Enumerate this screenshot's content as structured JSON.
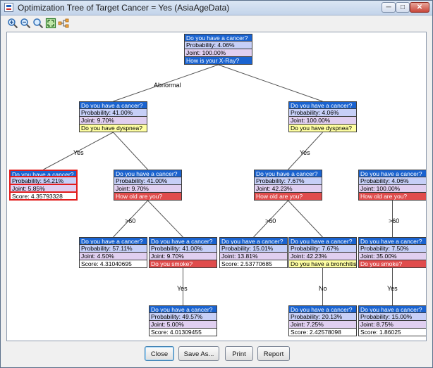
{
  "window": {
    "title": "Optimization Tree of Target Cancer = Yes (AsiaAgeData)"
  },
  "toolbar": {
    "icons": [
      "zoom-in-icon",
      "zoom-out-icon",
      "zoom-reset-icon",
      "fit-window-icon",
      "tree-layout-icon"
    ]
  },
  "edges": [
    {
      "label": "Abnormal"
    },
    {
      "label": "Yes"
    },
    {
      "label": "Yes"
    },
    {
      "label": ">60"
    },
    {
      "label": ">60"
    },
    {
      "label": ">60"
    },
    {
      "label": "Yes"
    },
    {
      "label": "No"
    },
    {
      "label": "Yes"
    }
  ],
  "nodes": [
    {
      "rows": [
        {
          "text": "Do you have a cancer?",
          "style": "q"
        },
        {
          "text": "Probability: 4.06%",
          "style": "p"
        },
        {
          "text": "Joint: 100.00%",
          "style": "j"
        },
        {
          "text": "How is your X-Ray?",
          "style": "q"
        }
      ]
    },
    {
      "rows": [
        {
          "text": "Do you have a cancer?",
          "style": "q"
        },
        {
          "text": "Probability: 41.00%",
          "style": "p"
        },
        {
          "text": "Joint: 9.70%",
          "style": "j"
        },
        {
          "text": "Do you have dyspnea?",
          "style": "yl"
        }
      ]
    },
    {
      "rows": [
        {
          "text": "Do you have a cancer?",
          "style": "q"
        },
        {
          "text": "Probability: 4.06%",
          "style": "p"
        },
        {
          "text": "Joint: 100.00%",
          "style": "j"
        },
        {
          "text": "Do you have dyspnea?",
          "style": "yl"
        }
      ]
    },
    {
      "rows": [
        {
          "text": "Do you have a cancer?",
          "style": "q"
        },
        {
          "text": "Probability: 54.21%",
          "style": "p"
        },
        {
          "text": "Joint: 5.85%",
          "style": "j"
        },
        {
          "text": "Score: 4.35793328",
          "style": "sc"
        }
      ],
      "highlighted": true
    },
    {
      "rows": [
        {
          "text": "Do you have a cancer?",
          "style": "q"
        },
        {
          "text": "Probability: 41.00%",
          "style": "p"
        },
        {
          "text": "Joint: 9.70%",
          "style": "j"
        },
        {
          "text": "How old are you?",
          "style": "rd"
        }
      ]
    },
    {
      "rows": [
        {
          "text": "Do you have a cancer?",
          "style": "q"
        },
        {
          "text": "Probability: 7.67%",
          "style": "p"
        },
        {
          "text": "Joint: 42.23%",
          "style": "j"
        },
        {
          "text": "How old are you?",
          "style": "rd"
        }
      ]
    },
    {
      "rows": [
        {
          "text": "Do you have a cancer?",
          "style": "q"
        },
        {
          "text": "Probability: 4.06%",
          "style": "p"
        },
        {
          "text": "Joint: 100.00%",
          "style": "j"
        },
        {
          "text": "How old are you?",
          "style": "rd"
        }
      ]
    },
    {
      "rows": [
        {
          "text": "Do you have a cancer?",
          "style": "q"
        },
        {
          "text": "Probability: 57.11%",
          "style": "p"
        },
        {
          "text": "Joint: 4.50%",
          "style": "j"
        },
        {
          "text": "Score: 4.31040695",
          "style": "sc"
        }
      ]
    },
    {
      "rows": [
        {
          "text": "Do you have a cancer?",
          "style": "q"
        },
        {
          "text": "Probability: 41.00%",
          "style": "p"
        },
        {
          "text": "Joint: 9.70%",
          "style": "j"
        },
        {
          "text": "Do you smoke?",
          "style": "rd"
        }
      ]
    },
    {
      "rows": [
        {
          "text": "Do you have a cancer?",
          "style": "q"
        },
        {
          "text": "Probability: 15.01%",
          "style": "p"
        },
        {
          "text": "Joint: 13.81%",
          "style": "j"
        },
        {
          "text": "Score: 2.53770685",
          "style": "sc"
        }
      ]
    },
    {
      "rows": [
        {
          "text": "Do you have a cancer?",
          "style": "q"
        },
        {
          "text": "Probability: 7.67%",
          "style": "p"
        },
        {
          "text": "Joint: 42.23%",
          "style": "j"
        },
        {
          "text": "Do you have a bronchitis?",
          "style": "yl"
        }
      ]
    },
    {
      "rows": [
        {
          "text": "Do you have a cancer?",
          "style": "q"
        },
        {
          "text": "Probability: 7.50%",
          "style": "p"
        },
        {
          "text": "Joint: 35.00%",
          "style": "j"
        },
        {
          "text": "Do you smoke?",
          "style": "rd"
        }
      ]
    },
    {
      "rows": [
        {
          "text": "Do you have a cancer?",
          "style": "q"
        },
        {
          "text": "Probability: 49.57%",
          "style": "p"
        },
        {
          "text": "Joint: 5.00%",
          "style": "j"
        },
        {
          "text": "Score: 4.01309455",
          "style": "sc"
        }
      ]
    },
    {
      "rows": [
        {
          "text": "Do you have a cancer?",
          "style": "q"
        },
        {
          "text": "Probability: 20.13%",
          "style": "p"
        },
        {
          "text": "Joint: 7.25%",
          "style": "j"
        },
        {
          "text": "Score: 2.42578098",
          "style": "sc"
        }
      ]
    },
    {
      "rows": [
        {
          "text": "Do you have a cancer?",
          "style": "q"
        },
        {
          "text": "Probability: 15.00%",
          "style": "p"
        },
        {
          "text": "Joint: 8.75%",
          "style": "j"
        },
        {
          "text": "Score: 1.86025",
          "style": "sc"
        }
      ]
    }
  ],
  "buttons": [
    {
      "label": "Close",
      "focused": true
    },
    {
      "label": "Save As..."
    },
    {
      "label": "Print"
    },
    {
      "label": "Report"
    }
  ]
}
